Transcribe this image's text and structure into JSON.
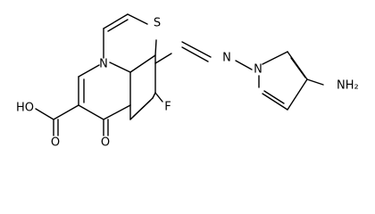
{
  "molecule": {
    "atoms": [
      {
        "id": "S",
        "text": "S"
      },
      {
        "id": "N_ring",
        "text": "N"
      },
      {
        "id": "N_imine",
        "text": "N"
      },
      {
        "id": "N_pyrrole",
        "text": "N"
      },
      {
        "id": "F",
        "text": "F"
      },
      {
        "id": "O_keto",
        "text": "O"
      },
      {
        "id": "O_acid",
        "text": "O"
      },
      {
        "id": "HO",
        "text": "HO"
      },
      {
        "id": "NH2",
        "text": "NH₂"
      }
    ]
  },
  "colors": {
    "bond": "#000000",
    "label": "#000000",
    "background": "#ffffff"
  }
}
